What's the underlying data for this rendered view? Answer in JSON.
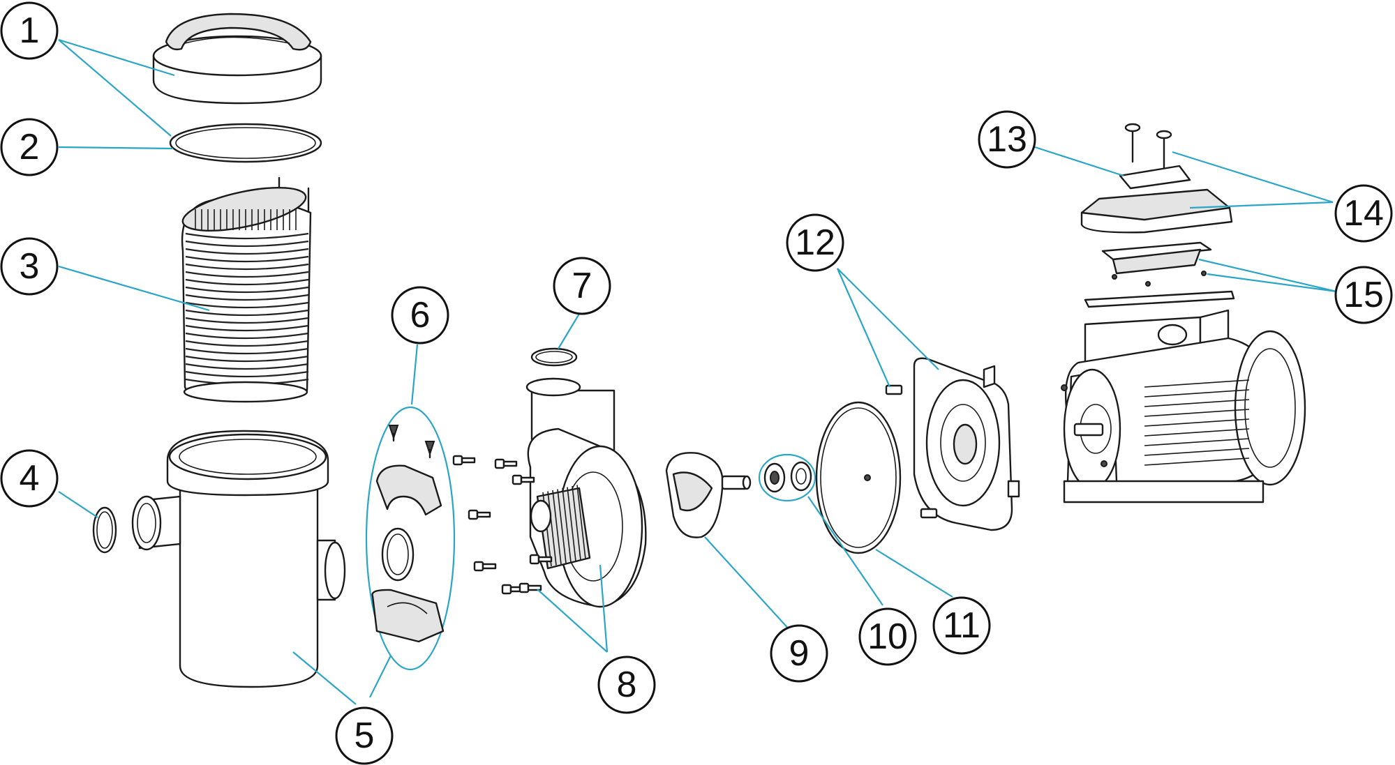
{
  "diagram": {
    "callouts": [
      {
        "id": "1",
        "label": "1"
      },
      {
        "id": "2",
        "label": "2"
      },
      {
        "id": "3",
        "label": "3"
      },
      {
        "id": "4",
        "label": "4"
      },
      {
        "id": "5",
        "label": "5"
      },
      {
        "id": "6",
        "label": "6"
      },
      {
        "id": "7",
        "label": "7"
      },
      {
        "id": "8",
        "label": "8"
      },
      {
        "id": "9",
        "label": "9"
      },
      {
        "id": "10",
        "label": "10"
      },
      {
        "id": "11",
        "label": "11"
      },
      {
        "id": "12",
        "label": "12"
      },
      {
        "id": "13",
        "label": "13"
      },
      {
        "id": "14",
        "label": "14"
      },
      {
        "id": "15",
        "label": "15"
      }
    ],
    "colors": {
      "leader": "#2aa5c8",
      "outline": "#1a1a1a",
      "background": "#ffffff"
    }
  }
}
